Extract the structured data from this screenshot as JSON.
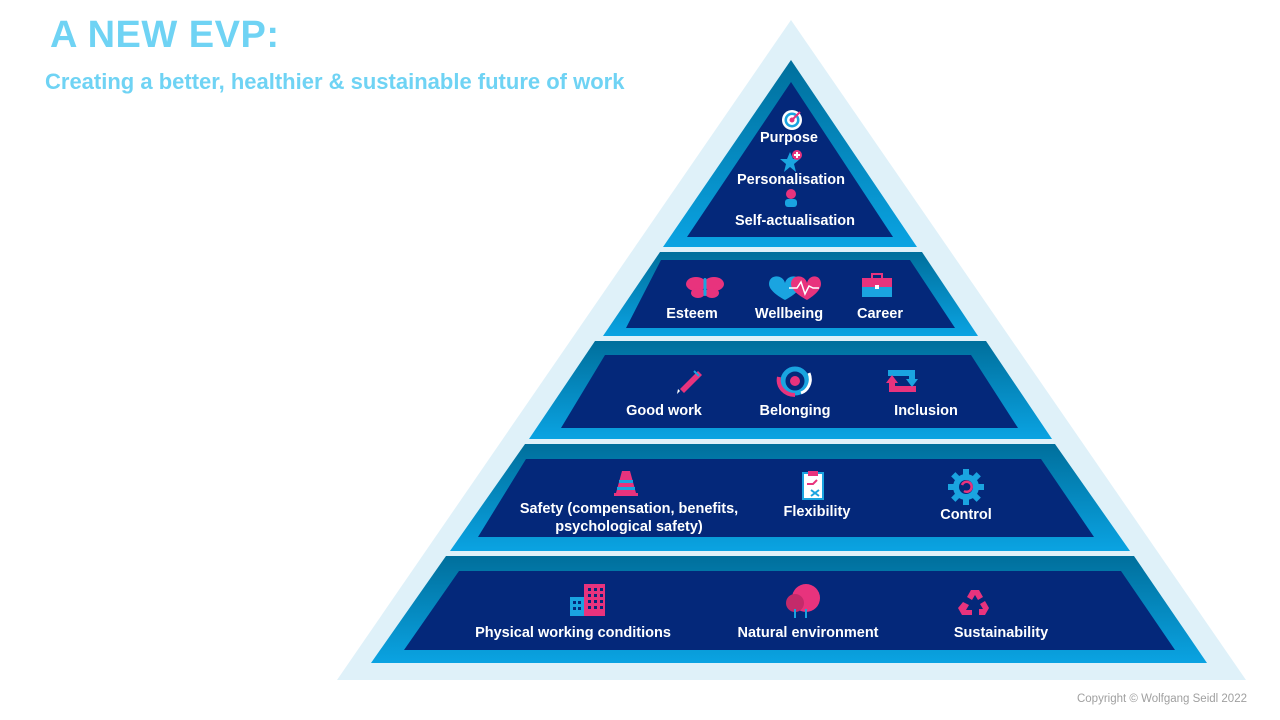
{
  "title": "A NEW EVP:",
  "subtitle": "Creating a better, healthier & sustainable future of work",
  "copyright": "Copyright © Wolfgang Seidl 2022",
  "colors": {
    "title": "#6fd3f4",
    "outer_triangle": "#dff1f9",
    "band_bright": "#0aa3e2",
    "band_dark": "#006f9c",
    "inner_fill": "#04287a",
    "accent_pink": "#e8337d",
    "accent_blue": "#1aa4e0"
  },
  "pyramid": {
    "levels": [
      {
        "items": [
          {
            "label": "Purpose",
            "icon": "target-icon"
          },
          {
            "label": "Personalisation",
            "icon": "star-plus-icon"
          },
          {
            "label": "Self-actualisation",
            "icon": "person-icon"
          }
        ]
      },
      {
        "items": [
          {
            "label": "Esteem",
            "icon": "butterfly-icon"
          },
          {
            "label": "Wellbeing",
            "icon": "heart-pulse-icon"
          },
          {
            "label": "Career",
            "icon": "briefcase-icon"
          }
        ]
      },
      {
        "items": [
          {
            "label": "Good work",
            "icon": "pencil-icon"
          },
          {
            "label": "Belonging",
            "icon": "hands-globe-icon"
          },
          {
            "label": "Inclusion",
            "icon": "arrows-loop-icon"
          }
        ]
      },
      {
        "items": [
          {
            "label_line1": "Safety (compensation, benefits,",
            "label_line2": "psychological  safety)",
            "icon": "traffic-cone-icon"
          },
          {
            "label": "Flexibility",
            "icon": "clipboard-icon"
          },
          {
            "label": "Control",
            "icon": "gear-icon"
          }
        ]
      },
      {
        "items": [
          {
            "label": "Physical working conditions",
            "icon": "buildings-icon"
          },
          {
            "label": "Natural environment",
            "icon": "trees-icon"
          },
          {
            "label": "Sustainability",
            "icon": "recycle-icon"
          }
        ]
      }
    ]
  }
}
